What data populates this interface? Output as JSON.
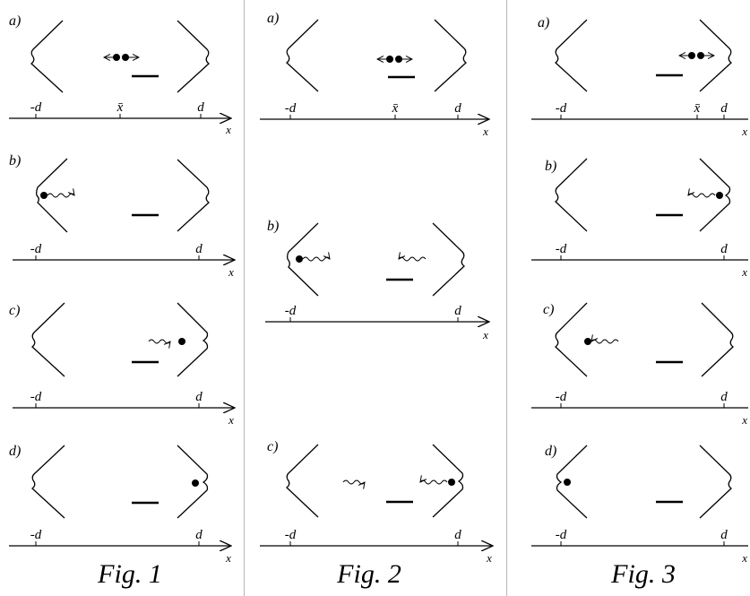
{
  "figures": [
    {
      "caption": "Fig. 1",
      "panels": [
        {
          "label": "a)",
          "xbar": "x̄",
          "ticks": [
            "-d",
            "d"
          ],
          "axis": "x"
        },
        {
          "label": "b)",
          "ticks": [
            "-d",
            "d"
          ],
          "axis": "x"
        },
        {
          "label": "c)",
          "ticks": [
            "-d",
            "d"
          ],
          "axis": "x"
        },
        {
          "label": "d)",
          "ticks": [
            "-d",
            "d"
          ],
          "axis": "x"
        }
      ]
    },
    {
      "caption": "Fig. 2",
      "panels": [
        {
          "label": "a)",
          "xbar": "x̄",
          "ticks": [
            "-d",
            "d"
          ],
          "axis": "x"
        },
        {
          "label": "b)",
          "ticks": [
            "-d",
            "d"
          ],
          "axis": "x"
        },
        {
          "label": "c)",
          "ticks": [
            "-d",
            "d"
          ],
          "axis": "x"
        }
      ]
    },
    {
      "caption": "Fig. 3",
      "panels": [
        {
          "label": "a)",
          "xbar": "x̄",
          "ticks": [
            "-d",
            "d"
          ],
          "axis": "x"
        },
        {
          "label": "b)",
          "ticks": [
            "-d",
            "d"
          ],
          "axis": "x"
        },
        {
          "label": "c)",
          "ticks": [
            "-d",
            "d"
          ],
          "axis": "x"
        },
        {
          "label": "d)",
          "ticks": [
            "-d",
            "d"
          ],
          "axis": "x"
        }
      ]
    }
  ]
}
